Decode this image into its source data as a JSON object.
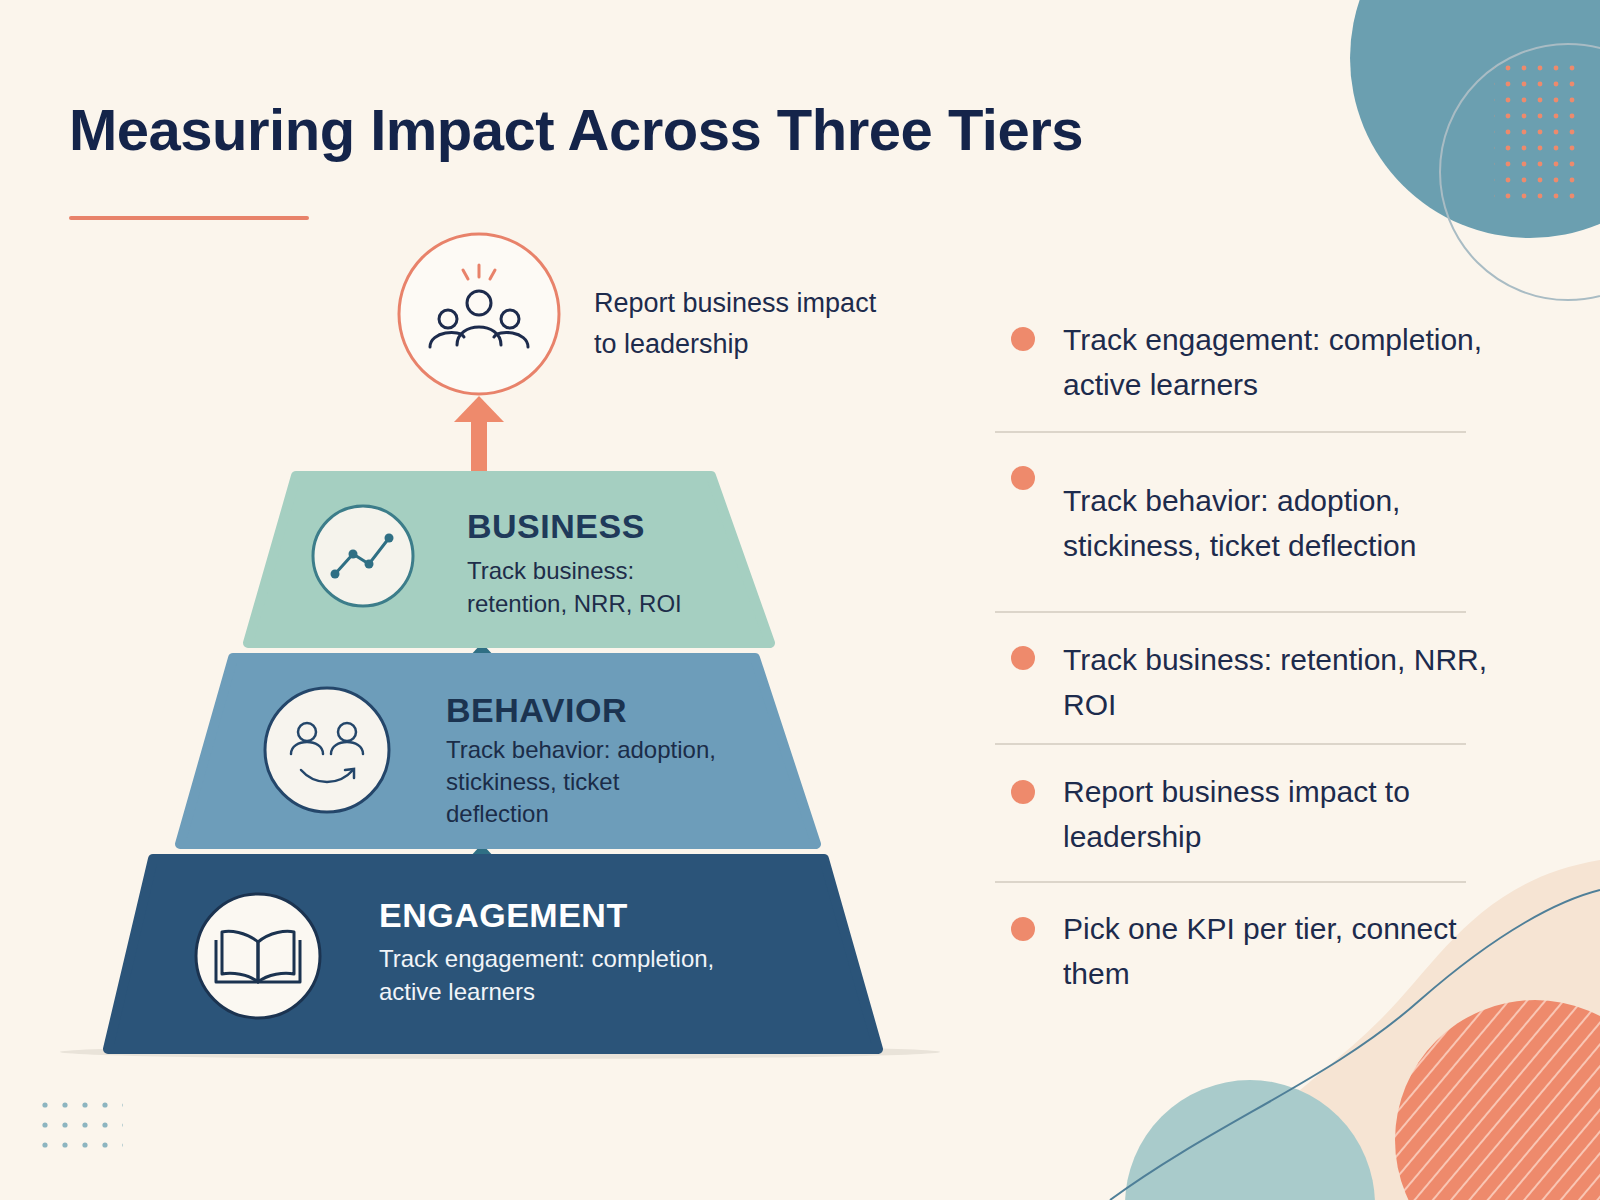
{
  "diagram": {
    "title": "Measuring Impact Across Three Tiers",
    "nodes": [
      {
        "text": [
          "Report business impact to leadership"
        ]
      },
      {
        "text": [
          "BUSINESS",
          "Track business: retention, NRR, ROI"
        ]
      },
      {
        "text": [
          "BEHAVIOR",
          "Track behavior: adoption, stickiness, ticket deflection"
        ]
      },
      {
        "text": [
          "ENGAGEMENT",
          "Track engagement: completion, active learners"
        ]
      }
    ],
    "edges": [
      {
        "from": 3,
        "to": 2,
        "arrow": "to"
      },
      {
        "from": 2,
        "to": 1,
        "arrow": "to"
      },
      {
        "from": 1,
        "to": 0,
        "arrow": "to"
      }
    ],
    "labels": [
      "Track engagement: completion, active learners",
      "Track behavior: adoption, stickiness, ticket deflection",
      "Track business: retention, NRR, ROI",
      "Report business impact to leadership",
      "Pick one KPI per tier, connect them"
    ]
  }
}
